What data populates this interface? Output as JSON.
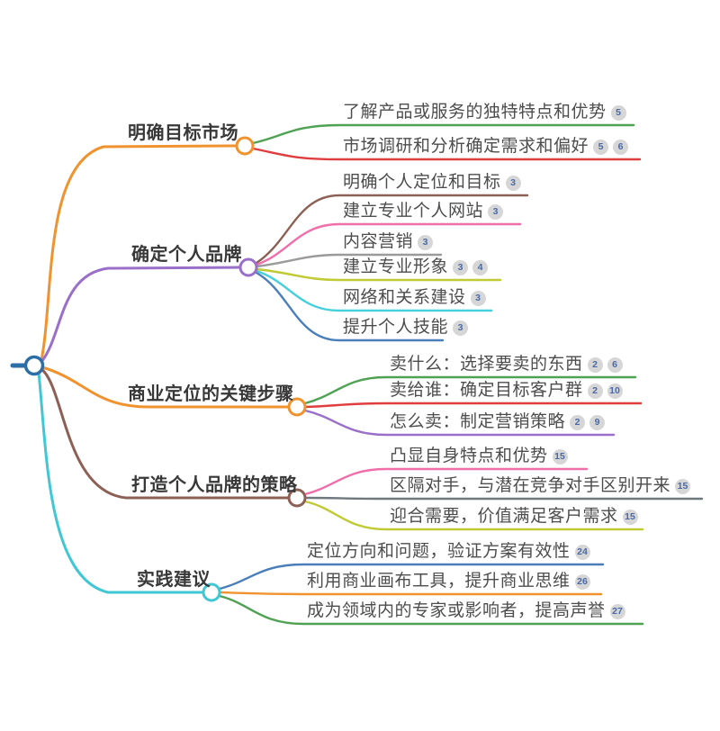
{
  "palette": {
    "orange": "#f0932f",
    "green": "#4fa153",
    "red": "#e03e3e",
    "purple": "#9a6fc9",
    "brown": "#8d6055",
    "pink": "#f06eaa",
    "gray": "#9a9a9a",
    "dark_gray": "#6e797e",
    "yellow_green": "#c0ca33",
    "cyan": "#3fc8d4",
    "blue": "#4a7ebb",
    "root_blue": "#2c6fa6",
    "badge_bg": "#d6d6d6",
    "badge_text": "#4a69a5"
  },
  "mindmap": {
    "branches": [
      {
        "label": "明确目标市场",
        "color": "#f0932f",
        "children": [
          {
            "text": "了解产品或服务的独特特点和优势",
            "badges": [
              "5"
            ],
            "line_color": "#4fa153"
          },
          {
            "text": "市场调研和分析确定需求和偏好",
            "badges": [
              "5",
              "6"
            ],
            "line_color": "#e03e3e"
          }
        ]
      },
      {
        "label": "确定个人品牌",
        "color": "#9a6fc9",
        "children": [
          {
            "text": "明确个人定位和目标",
            "badges": [
              "3"
            ],
            "line_color": "#8d6055"
          },
          {
            "text": "建立专业个人网站",
            "badges": [
              "3"
            ],
            "line_color": "#f06eaa"
          },
          {
            "text": "内容营销",
            "badges": [
              "3"
            ],
            "line_color": "#9a9a9a"
          },
          {
            "text": "建立专业形象",
            "badges": [
              "3",
              "4"
            ],
            "line_color": "#c0ca33"
          },
          {
            "text": "网络和关系建设",
            "badges": [
              "3"
            ],
            "line_color": "#45d0dd"
          },
          {
            "text": "提升个人技能",
            "badges": [
              "3"
            ],
            "line_color": "#4a7ebb"
          }
        ]
      },
      {
        "label": "商业定位的关键步骤",
        "color": "#f0932f",
        "children": [
          {
            "text": "卖什么：选择要卖的东西",
            "badges": [
              "2",
              "6"
            ],
            "line_color": "#4fa153"
          },
          {
            "text": "卖给谁：确定目标客户群",
            "badges": [
              "2",
              "10"
            ],
            "line_color": "#e03e3e"
          },
          {
            "text": "怎么卖：制定营销策略",
            "badges": [
              "2",
              "9"
            ],
            "line_color": "#9a6fc9"
          }
        ]
      },
      {
        "label": "打造个人品牌的策略",
        "color": "#8d6055",
        "children": [
          {
            "text": "凸显自身特点和优势",
            "badges": [
              "15"
            ],
            "line_color": "#f06eaa"
          },
          {
            "text": "区隔对手，与潜在竞争对手区别开来",
            "badges": [
              "15"
            ],
            "line_color": "#6e797e"
          },
          {
            "text": "迎合需要，价值满足客户需求",
            "badges": [
              "15"
            ],
            "line_color": "#c0ca33"
          }
        ]
      },
      {
        "label": "实践建议",
        "color": "#3fc8d4",
        "children": [
          {
            "text": "定位方向和问题，验证方案有效性",
            "badges": [
              "24"
            ],
            "line_color": "#4a7ebb"
          },
          {
            "text": "利用商业画布工具，提升商业思维",
            "badges": [
              "26"
            ],
            "line_color": "#f0932f"
          },
          {
            "text": "成为领域内的专家或影响者，提高声誉",
            "badges": [
              "27"
            ],
            "line_color": "#4fa153"
          }
        ]
      }
    ]
  }
}
